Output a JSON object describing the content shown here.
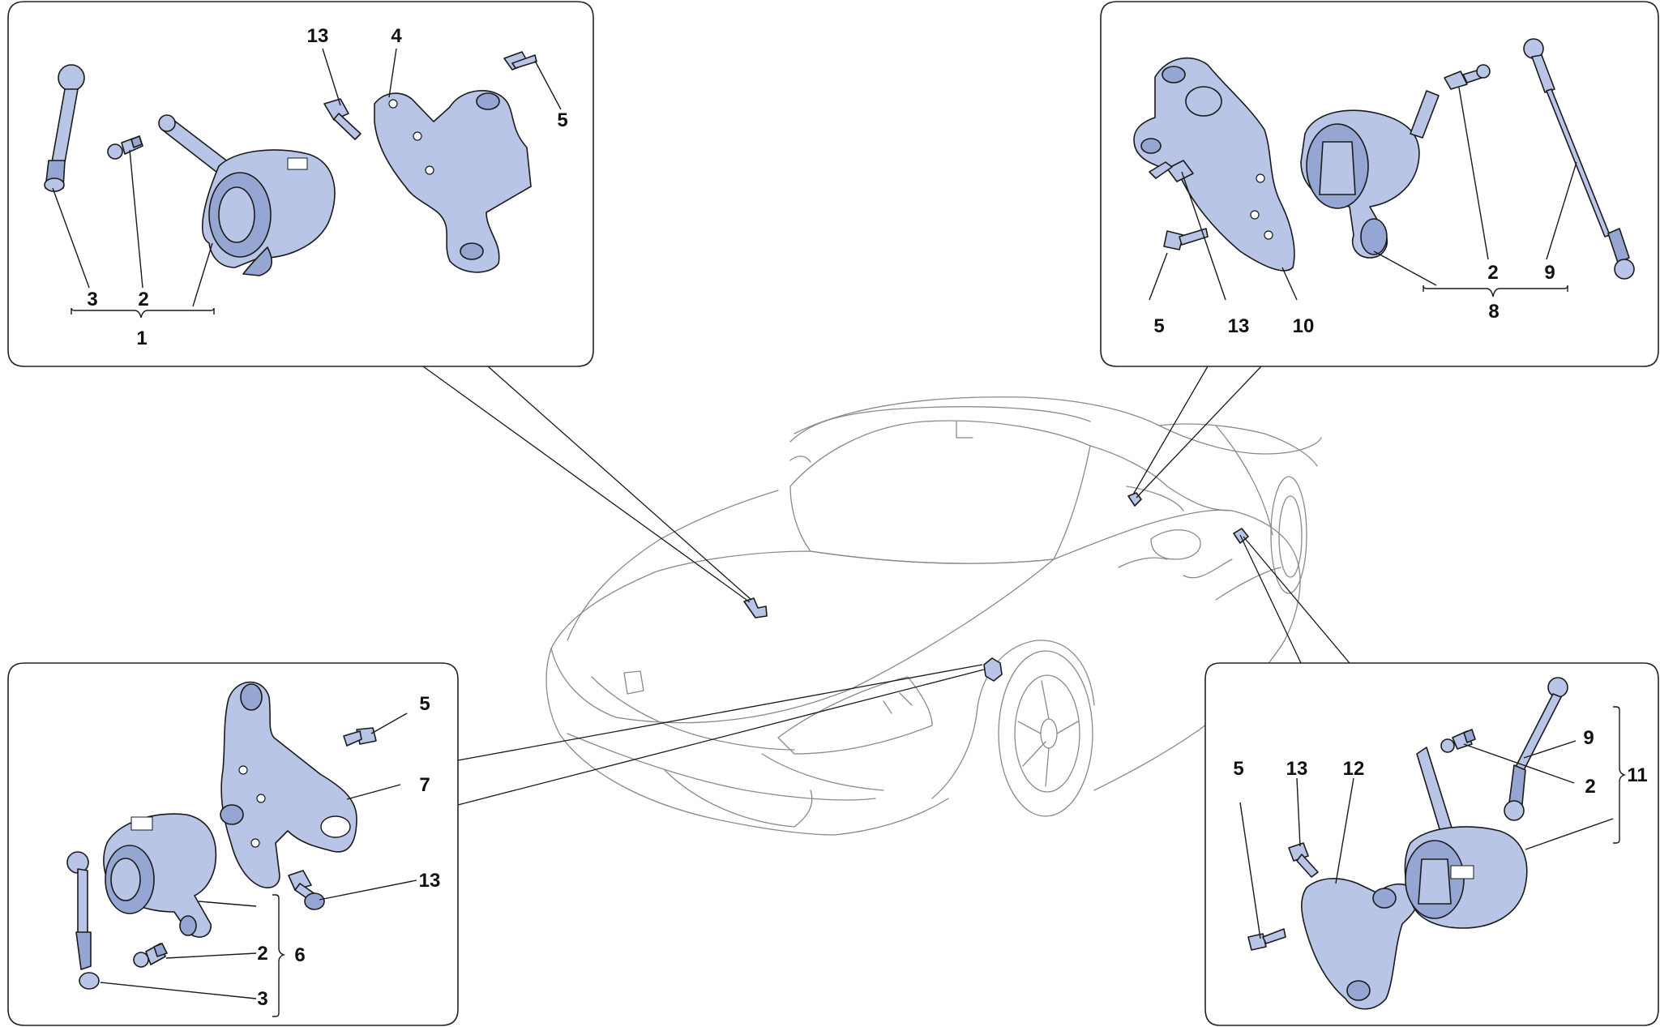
{
  "panels": {
    "top_left": {
      "labels": {
        "p13": "13",
        "p4": "4",
        "p5": "5",
        "p3": "3",
        "p2": "2",
        "group": "1"
      }
    },
    "top_right": {
      "labels": {
        "p2": "2",
        "p9": "9",
        "p5": "5",
        "p13": "13",
        "p10": "10",
        "group": "8"
      }
    },
    "bottom_left": {
      "labels": {
        "p5": "5",
        "p7": "7",
        "p13": "13",
        "p2": "2",
        "p3": "3",
        "group": "6"
      }
    },
    "bottom_right": {
      "labels": {
        "p5": "5",
        "p13": "13",
        "p12": "12",
        "p9": "9",
        "p2": "2",
        "group": "11"
      }
    }
  },
  "colors": {
    "part_fill": "#b8c5e6",
    "part_shade": "#96a6d2",
    "outline": "#1a1a1a",
    "car_line": "#8a8a8a"
  }
}
